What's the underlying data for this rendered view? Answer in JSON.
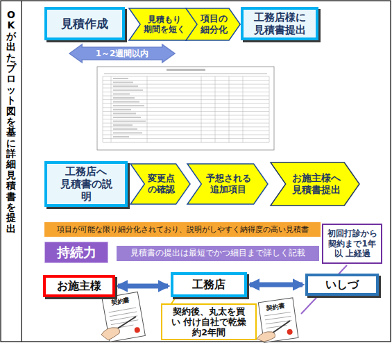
{
  "diagram": {
    "nodes": [
      {
        "text": [
          "OKが出たプロット図を基に詳細見積書を提出"
        ]
      },
      {
        "text": [
          "見積作成"
        ]
      },
      {
        "text": [
          "見積もり 期間を短く"
        ]
      },
      {
        "text": [
          "項目の 細分化"
        ]
      },
      {
        "text": [
          "工務店様に 見積書提出"
        ]
      },
      {
        "text": [
          "1～2週間以内"
        ]
      },
      {
        "text": [
          "工務店へ 見積書の説明"
        ]
      },
      {
        "text": [
          "変更点 の確認"
        ]
      },
      {
        "text": [
          "予想される 追加項目"
        ]
      },
      {
        "text": [
          "お施主様へ 見積書提出"
        ]
      },
      {
        "text": [
          "項目が可能な限り細分化されており、説明がしやすく納得度の高い見積書"
        ]
      },
      {
        "text": [
          "持続力"
        ]
      },
      {
        "text": [
          "見積書の提出は最短でかつ細目まで詳しく記載"
        ]
      },
      {
        "text": [
          "初回打診から 契約まで1年以 上経過"
        ]
      },
      {
        "text": [
          "お施主様"
        ]
      },
      {
        "text": [
          "工務店"
        ]
      },
      {
        "text": [
          "いしづ"
        ]
      },
      {
        "text": [
          "契約後、丸太を買い 付け自社で乾燥 約2年間"
        ]
      }
    ],
    "edges": [
      {
        "from": 14,
        "to": 15,
        "arrow": "both"
      },
      {
        "from": 15,
        "to": 16,
        "arrow": "both"
      }
    ],
    "labels": [
      "契約書",
      "契約書"
    ]
  }
}
